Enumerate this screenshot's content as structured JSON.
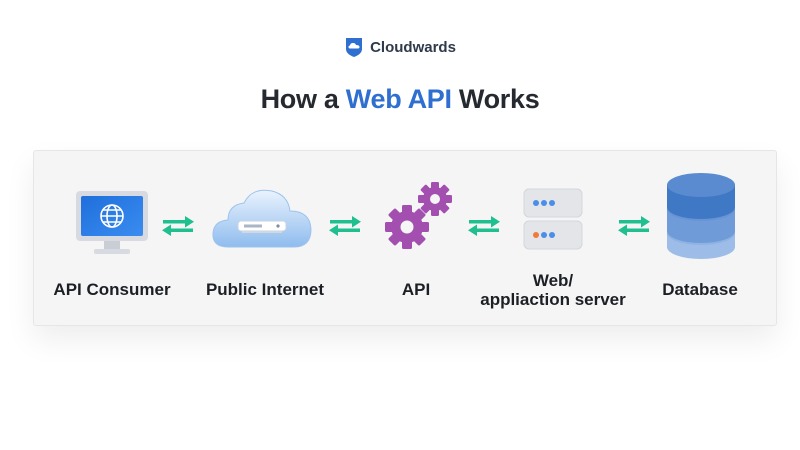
{
  "brand": {
    "name": "Cloudwards",
    "logo_icon": "cloud-shield-icon"
  },
  "title": {
    "prefix": "How a ",
    "highlight": "Web API",
    "suffix": " Works"
  },
  "colors": {
    "accent": "#2f6fcf",
    "arrow": "#1fbf8f",
    "gear": "#a34fb0",
    "database": "#4a80c8",
    "server_blue_dots": "#4a8ee8",
    "server_orange_dots": "#f07a3a"
  },
  "nodes": [
    {
      "label": "API Consumer",
      "icon": "monitor-globe-icon"
    },
    {
      "label": "Public Internet",
      "icon": "cloud-icon"
    },
    {
      "label": "API",
      "icon": "gears-icon"
    },
    {
      "label_lines": [
        "Web/",
        "appliaction server"
      ],
      "icon": "server-icon"
    },
    {
      "label": "Database",
      "icon": "database-icon"
    }
  ],
  "connectors": [
    {
      "icon": "bidirectional-arrows-icon"
    },
    {
      "icon": "bidirectional-arrows-icon"
    },
    {
      "icon": "bidirectional-arrows-icon"
    },
    {
      "icon": "bidirectional-arrows-icon"
    }
  ]
}
